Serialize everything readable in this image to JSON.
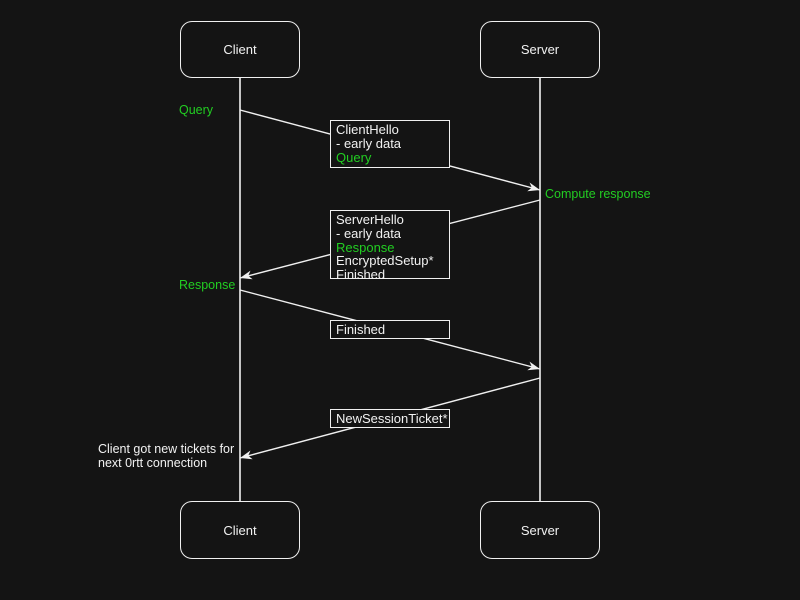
{
  "colors": {
    "background": "#141414",
    "stroke": "#f0f0f0",
    "text": "#f2f2f2",
    "accent_green": "#22cd22"
  },
  "actors": {
    "client": "Client",
    "server": "Server"
  },
  "labels": {
    "query": "Query",
    "compute_response": "Compute response",
    "response": "Response"
  },
  "note": {
    "line1": "Client got new tickets for",
    "line2": "next 0rtt connection"
  },
  "messages": {
    "client_hello": {
      "line1": "ClientHello",
      "line2": "- early data",
      "line3": "Query"
    },
    "server_hello": {
      "line1": "ServerHello",
      "line2": "- early data",
      "line3": "Response",
      "line4": "EncryptedSetup*",
      "line5": "Finished"
    },
    "finished": {
      "line1": "Finished"
    },
    "new_session_ticket": {
      "line1": "NewSessionTicket*"
    }
  }
}
